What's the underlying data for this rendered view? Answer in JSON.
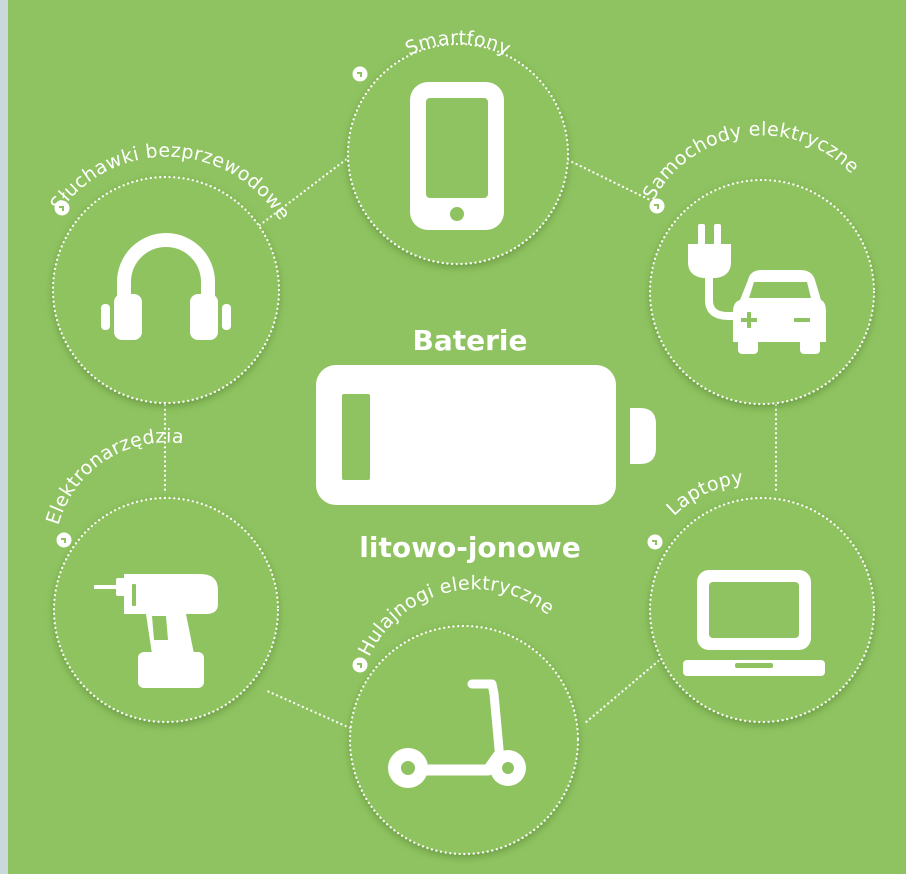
{
  "center": {
    "title_top": "Baterie",
    "title_bottom": "litowo-jonowe",
    "icon": "battery-icon"
  },
  "nodes": [
    {
      "id": "smartphones",
      "label": "Smartfony",
      "icon": "smartphone-icon"
    },
    {
      "id": "electric-cars",
      "label": "Samochody elektryczne",
      "icon": "electric-car-plug-icon"
    },
    {
      "id": "laptops",
      "label": "Laptopy",
      "icon": "laptop-icon"
    },
    {
      "id": "scooters",
      "label": "Hulajnogi elektryczne",
      "icon": "scooter-icon"
    },
    {
      "id": "power-tools",
      "label": "Elektronarzędzia",
      "icon": "drill-icon"
    },
    {
      "id": "headphones",
      "label": "Słuchawki bezprzewodowe",
      "icon": "headphones-icon"
    }
  ],
  "bullet_icon": "arrow-bullet-icon",
  "colors": {
    "background": "#8fc361",
    "foreground": "#ffffff",
    "frame": "#c9d9db"
  }
}
